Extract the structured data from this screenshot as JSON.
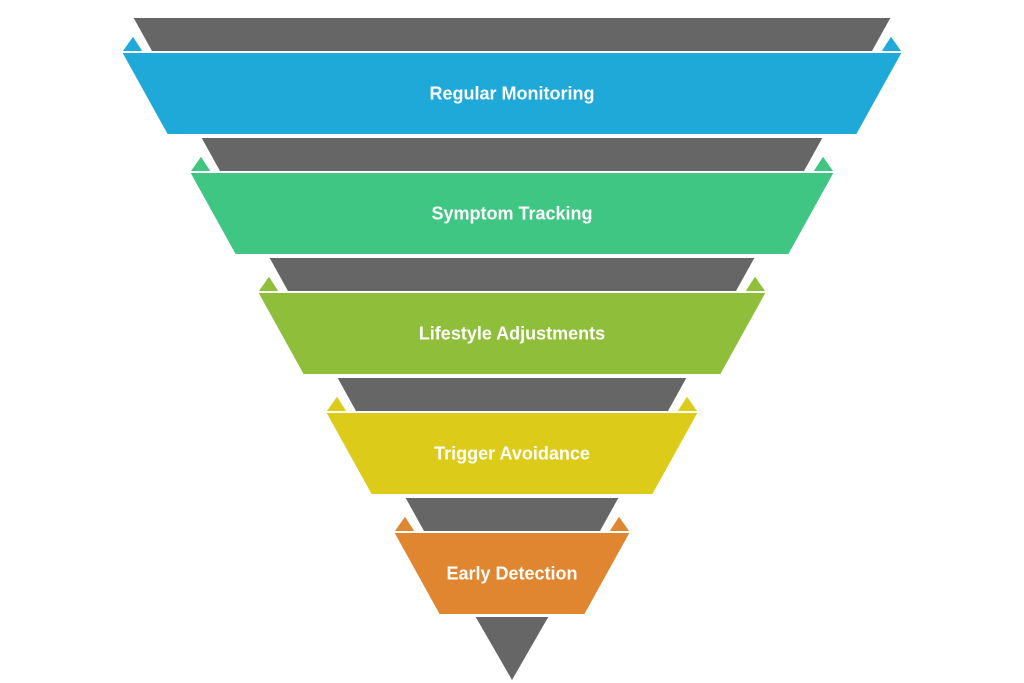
{
  "diagram": {
    "type": "inverted-funnel",
    "connector_color": "#666666",
    "levels": [
      {
        "label": "Regular Monitoring",
        "color": "#1FA9D9"
      },
      {
        "label": "Symptom Tracking",
        "color": "#3FC683"
      },
      {
        "label": "Lifestyle Adjustments",
        "color": "#8FBE3A"
      },
      {
        "label": "Trigger Avoidance",
        "color": "#DCCB19"
      },
      {
        "label": "Early Detection",
        "color": "#E08530"
      }
    ]
  }
}
